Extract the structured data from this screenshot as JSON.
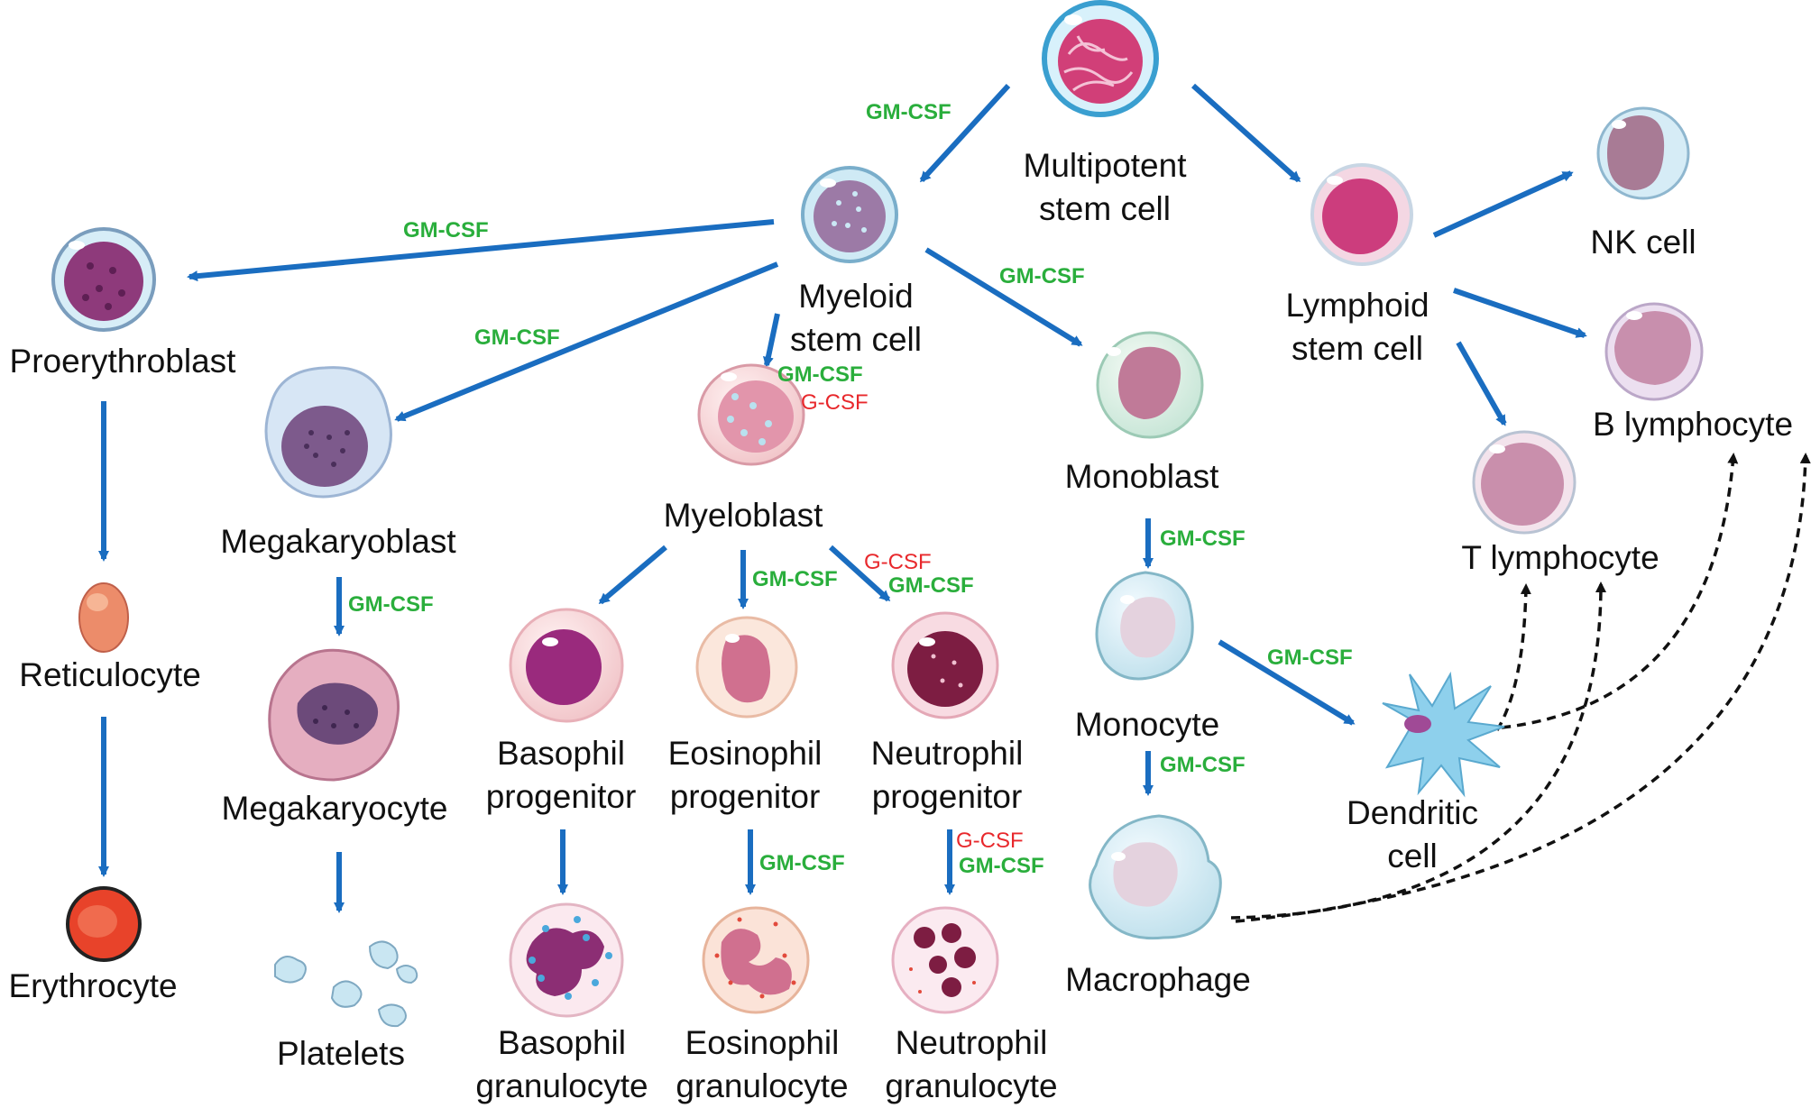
{
  "factors": {
    "gm": "GM-CSF",
    "g": "G-CSF"
  },
  "cells": {
    "multipotent": "Multipotent stem cell",
    "myeloid": "Myeloid stem cell",
    "lymphoid": "Lymphoid stem cell",
    "nk": "NK cell",
    "b_lymph": "B lymphocyte",
    "t_lymph": "T lymphocyte",
    "proerythroblast": "Proerythroblast",
    "reticulocyte": "Reticulocyte",
    "erythrocyte": "Erythrocyte",
    "megakaryoblast": "Megakaryoblast",
    "megakaryocyte": "Megakaryocyte",
    "platelets": "Platelets",
    "myeloblast": "Myeloblast",
    "basophil_progenitor": "Basophil progenitor",
    "eosinophil_progenitor": "Eosinophil progenitor",
    "neutrophil_progenitor": "Neutrophil progenitor",
    "basophil_granulocyte": "Basophil granulocyte",
    "eosinophil_granulocyte": "Eosinophil granulocyte",
    "neutrophil_granulocyte": "Neutrophil granulocyte",
    "monoblast": "Monoblast",
    "monocyte": "Monocyte",
    "macrophage": "Macrophage",
    "dendritic": "Dendritic cell"
  },
  "colors": {
    "arrow": "#1a6dc0",
    "gm_csf": "#2aae3c",
    "g_csf": "#e8282c",
    "dashed": "#111111"
  }
}
